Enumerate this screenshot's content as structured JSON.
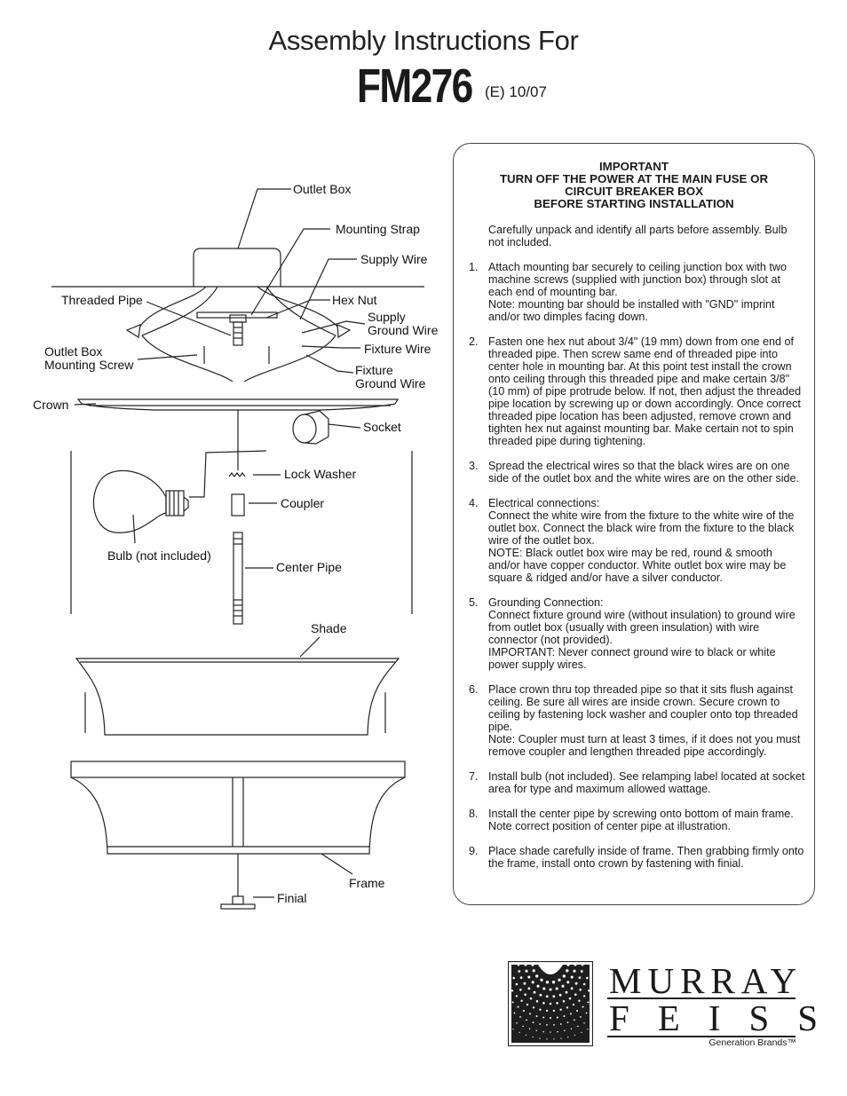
{
  "header": {
    "title": "Assembly Instructions For",
    "model": "FM276",
    "model_suffix": "(E)  10/07"
  },
  "diagram_labels": {
    "outlet_box": "Outlet Box",
    "mounting_strap": "Mounting Strap",
    "supply_wire": "Supply Wire",
    "threaded_pipe": "Threaded Pipe",
    "hex_nut": "Hex Nut",
    "supply_ground_1": "Supply",
    "supply_ground_2": "Ground Wire",
    "fixture_wire": "Fixture Wire",
    "outlet_box_screw_1": "Outlet Box",
    "outlet_box_screw_2": "Mounting Screw",
    "fixture_ground_1": "Fixture",
    "fixture_ground_2": "Ground Wire",
    "crown": "Crown",
    "socket": "Socket",
    "lock_washer": "Lock Washer",
    "coupler": "Coupler",
    "bulb": "Bulb (not included)",
    "center_pipe": "Center Pipe",
    "shade": "Shade",
    "frame": "Frame",
    "finial": "Finial"
  },
  "important": {
    "line1": "IMPORTANT",
    "line2": "TURN OFF THE POWER AT THE MAIN FUSE OR",
    "line3": "CIRCUIT BREAKER BOX",
    "line4": "BEFORE STARTING INSTALLATION"
  },
  "intro": "Carefully unpack and identify all parts before assembly.  Bulb not included.",
  "steps": [
    {
      "num": "1.",
      "text": "Attach mounting bar securely to ceiling junction box with two machine screws (supplied with junction box) through slot at each end of mounting bar.\nNote: mounting bar should be installed with \"GND\" imprint and/or two dimples facing down."
    },
    {
      "num": "2.",
      "text": "Fasten one hex nut about 3/4\" (19 mm) down from one end of threaded pipe. Then screw same end of threaded pipe into center hole in mounting bar. At this point test install the crown onto ceiling through this threaded pipe and make certain 3/8\" (10 mm) of pipe protrude below. If not, then adjust the threaded pipe location by screwing up or down accordingly. Once correct threaded pipe location has been adjusted, remove crown and tighten hex nut against mounting bar. Make certain not to spin threaded pipe during tightening."
    },
    {
      "num": "3.",
      "text": "Spread the electrical wires so that the black wires are on one side of the outlet box and the white wires are on the other side."
    },
    {
      "num": "4.",
      "text": "Electrical connections:\nConnect the white wire from the fixture to the white wire of the outlet box. Connect the black wire from the fixture to the black wire of the outlet box.\nNOTE: Black outlet box wire may be red, round & smooth and/or have copper conductor. White outlet box wire may be square & ridged and/or have a silver conductor."
    },
    {
      "num": "5.",
      "text": "Grounding Connection:\nConnect fixture ground wire (without insulation) to ground wire from outlet box (usually with green insulation) with wire connector (not provided).\nIMPORTANT: Never connect ground wire to black or white power supply wires."
    },
    {
      "num": "6.",
      "text": "Place crown thru top threaded pipe so that it sits flush against ceiling. Be sure all wires are inside crown. Secure crown to ceiling by fastening lock washer and coupler onto top threaded pipe.\nNote: Coupler must turn at least 3 times, if it does not you must remove coupler and lengthen threaded pipe accordingly."
    },
    {
      "num": "7.",
      "text": "Install bulb (not included). See relamping label located at socket area for type and maximum allowed wattage."
    },
    {
      "num": "8.",
      "text": "Install the center pipe by screwing onto bottom of main frame. Note correct position of center pipe at illustration."
    },
    {
      "num": "9.",
      "text": "Place shade carefully inside of frame.  Then grabbing firmly onto the frame, install onto crown by fastening with finial."
    }
  ],
  "logo": {
    "line1": "MURRAY",
    "line2": "FEISS",
    "sub": "Generation Brands™"
  }
}
